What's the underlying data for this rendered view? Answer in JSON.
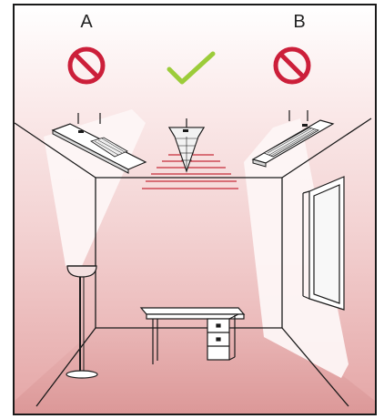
{
  "labels": {
    "heater_a": "A",
    "heater_b": "B"
  },
  "status": {
    "heater_a": "prohibited",
    "center_heater": "approved",
    "heater_b": "prohibited"
  },
  "icons": {
    "prohibited": "prohibited-icon",
    "approved": "checkmark-icon",
    "lamp": "floor-lamp-icon",
    "desk": "desk-icon",
    "window": "window-icon"
  },
  "colors": {
    "prohibited": "#cc1f3a",
    "approved": "#9ccc3a",
    "heat_glow": "#e6a6a6",
    "heat_lines": "#c62c3a",
    "frame": "#1a1a1a",
    "light_beam": "#fdf6f6"
  }
}
